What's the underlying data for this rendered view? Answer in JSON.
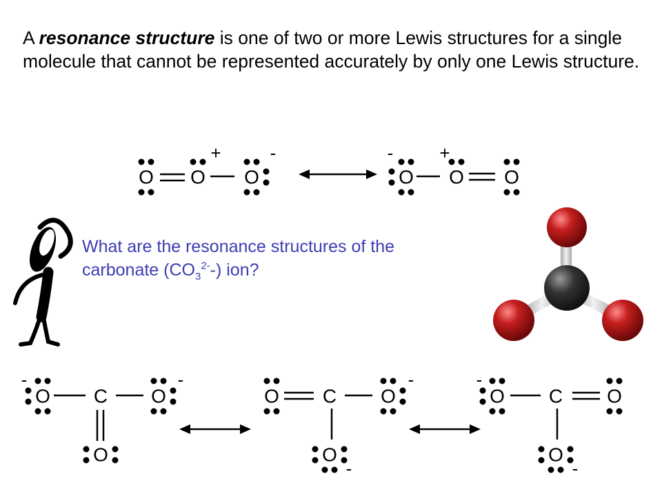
{
  "definition": {
    "prefix": "A ",
    "term": "resonance structure",
    "body": " is one of two or more Lewis structures for a single molecule that cannot be represented accurately by only one Lewis structure."
  },
  "question": {
    "line1": "What are the resonance structures of the",
    "before": "carbonate (CO",
    "subscript": "3",
    "superscript": "2-",
    "after": "-) ion?",
    "color": "#3c3cb4"
  },
  "symbols": {
    "oxygen": "O",
    "carbon": "C",
    "plus": "+",
    "minus": "-"
  },
  "ball_model": {
    "oxygen_color": "#c41e1e",
    "carbon_color": "#333333",
    "bond_color": "#d9d9d9"
  },
  "icons": {
    "thinker": "thinking-stick-figure-icon",
    "arrow": "resonance-double-arrow-icon"
  }
}
